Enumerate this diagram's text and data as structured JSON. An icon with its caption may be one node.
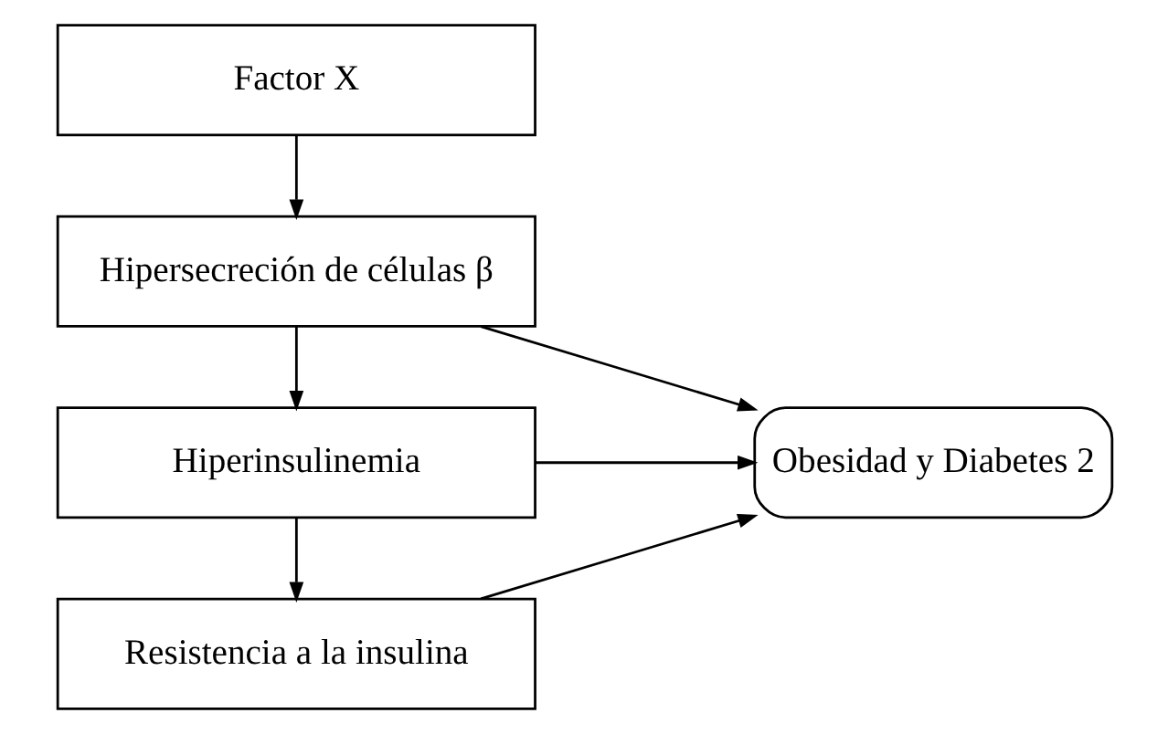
{
  "diagram": {
    "nodes": [
      {
        "text": [
          "Factor X"
        ]
      },
      {
        "text": [
          "Hipersecreción de células β"
        ]
      },
      {
        "text": [
          "Hiperinsulinemia"
        ]
      },
      {
        "text": [
          "Resistencia a la insulina"
        ]
      },
      {
        "text": [
          "Obesidad y Diabetes 2"
        ]
      }
    ],
    "edges": [
      {
        "from": 0,
        "to": 1,
        "arrow": "to"
      },
      {
        "from": 1,
        "to": 2,
        "arrow": "to"
      },
      {
        "from": 2,
        "to": 3,
        "arrow": "to"
      },
      {
        "from": 1,
        "to": 4,
        "arrow": "to"
      },
      {
        "from": 2,
        "to": 4,
        "arrow": "to"
      },
      {
        "from": 3,
        "to": 4,
        "arrow": "to"
      }
    ]
  }
}
